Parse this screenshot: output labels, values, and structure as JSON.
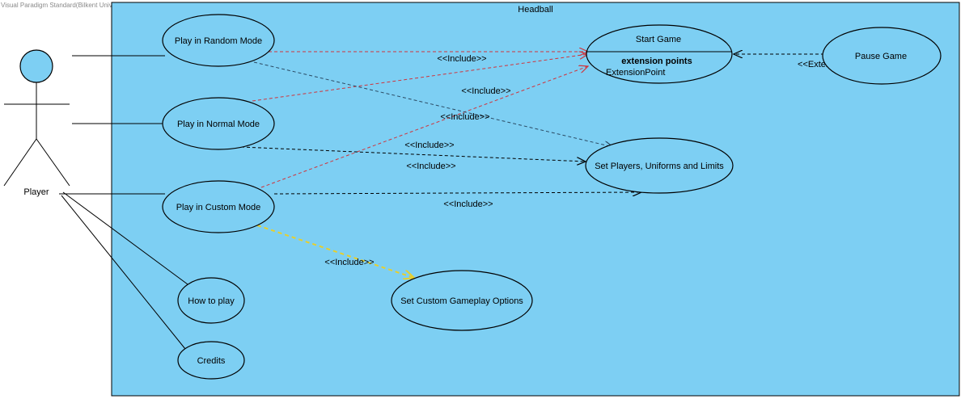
{
  "tool_watermark": "Visual Paradigm Standard(Bilkent Univ.)",
  "system": {
    "name": "Headball"
  },
  "actor": {
    "name": "Player"
  },
  "use_cases": {
    "random": "Play in Random Mode",
    "normal": "Play in Normal Mode",
    "custom": "Play in Custom Mode",
    "howto": "How to play",
    "credits": "Credits",
    "start": "Start Game",
    "start_ext_header": "extension points",
    "start_ext_point": "ExtensionPoint",
    "setplayers": "Set Players, Uniforms and Limits",
    "customopts": "Set Custom Gameplay Options",
    "pause": "Pause Game"
  },
  "relations": {
    "include_random_start": "<<Include>>",
    "include_normal_start": "<<Include>>",
    "include_custom_start": "<<Include>>",
    "include_random_set": "<<Include>>",
    "include_normal_set_a": "<<Include>>",
    "include_normal_set_b": "<<Include>>",
    "include_custom_set": "<<Include>>",
    "include_custom_opts": "<<Include>>",
    "extend_pause": "<<Extend>>"
  },
  "colors": {
    "system_fill": "#7dcff3",
    "include_red": "#d0343c",
    "include_dark": "#2b4a63",
    "include_yellow": "#e7cf2c"
  }
}
